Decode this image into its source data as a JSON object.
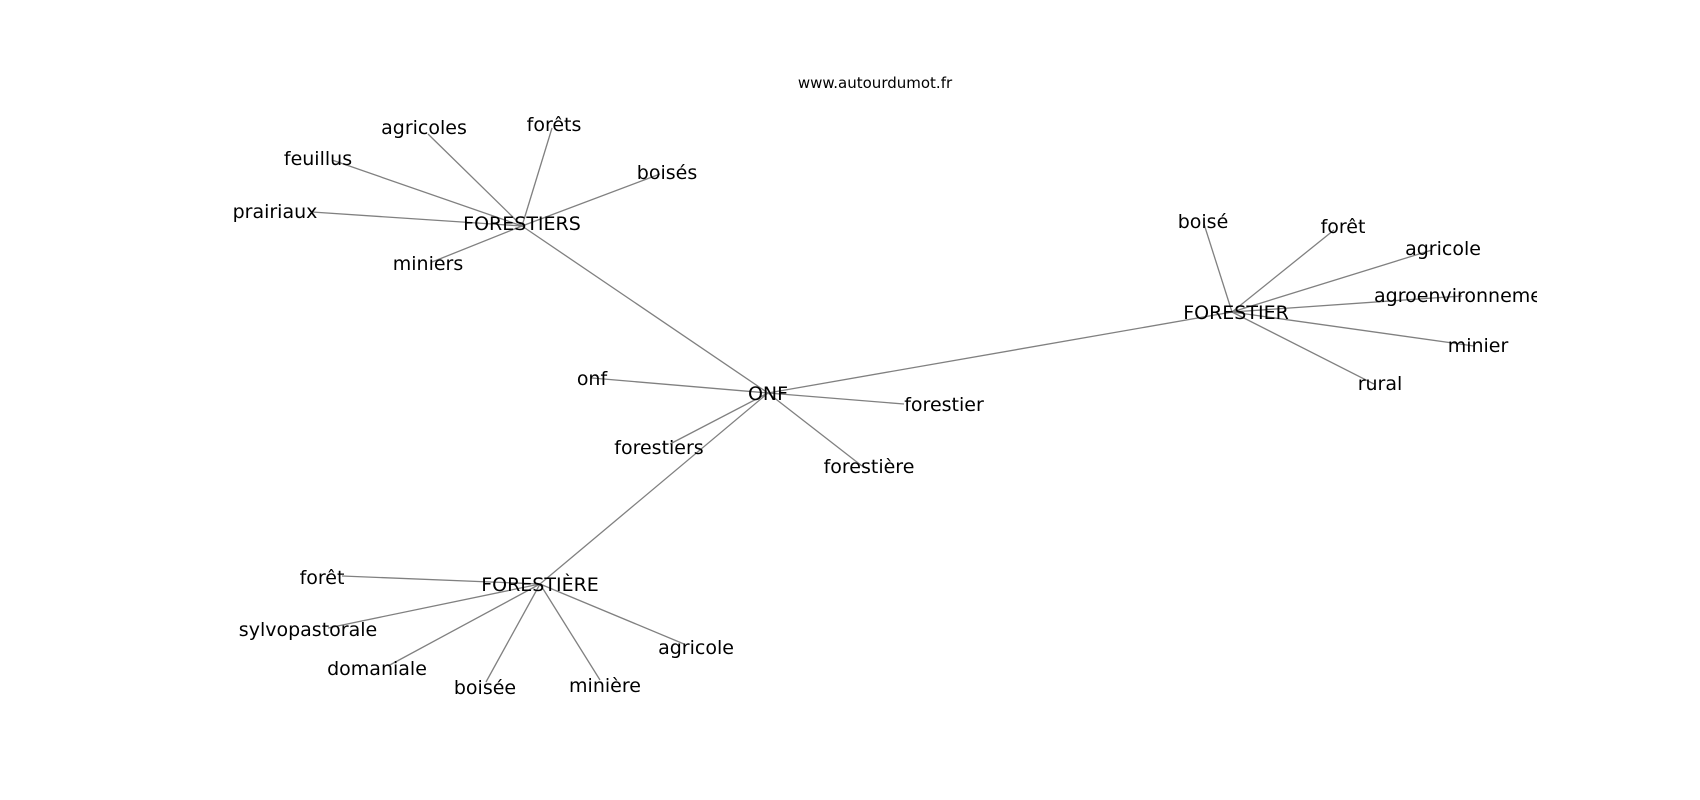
{
  "source_label": "www.autourdumot.fr",
  "center": "ONF",
  "colors": {
    "edge": "#808080",
    "text": "#000000",
    "background": "#ffffff"
  },
  "center_words": [
    "onf",
    "forestier",
    "forestiers",
    "forestière"
  ],
  "hubs": [
    {
      "word": "FORESTIERS",
      "neighbors": [
        "agricoles",
        "forêts",
        "feuillus",
        "boisés",
        "prairiaux",
        "miniers"
      ]
    },
    {
      "word": "FORESTIER",
      "neighbors": [
        "boisé",
        "forêt",
        "agricole",
        "agroenvironnemental",
        "minier",
        "rural"
      ]
    },
    {
      "word": "FORESTIÈRE",
      "neighbors": [
        "forêt",
        "sylvopastorale",
        "domaniale",
        "boisée",
        "minière",
        "agricole"
      ]
    }
  ]
}
